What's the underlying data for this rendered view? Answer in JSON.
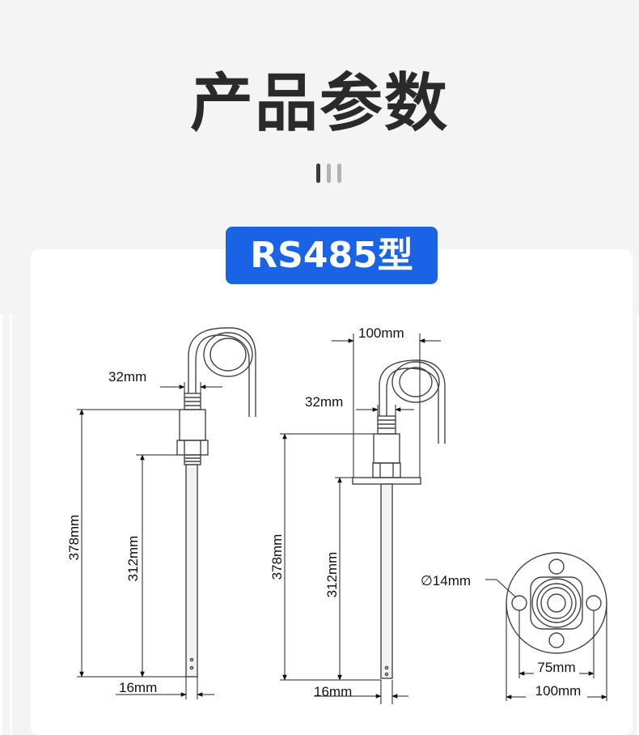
{
  "header": {
    "title": "产品参数",
    "badge": "RS485型"
  },
  "colors": {
    "accent": "#1a63e6",
    "title": "#2a2a2a",
    "bar_dark": "#3a3a3a",
    "bar_light": "#b3b3b3"
  },
  "left_drawing": {
    "cable_gap": "32mm",
    "total_length": "378mm",
    "probe_length": "312mm",
    "probe_diameter": "16mm"
  },
  "right_drawing": {
    "coil_width": "100mm",
    "cable_gap": "32mm",
    "total_length": "378mm",
    "probe_length": "312mm",
    "probe_diameter": "16mm"
  },
  "flange": {
    "hole_diameter": "∅14mm",
    "bolt_circle": "75mm",
    "outer_diameter": "100mm"
  }
}
